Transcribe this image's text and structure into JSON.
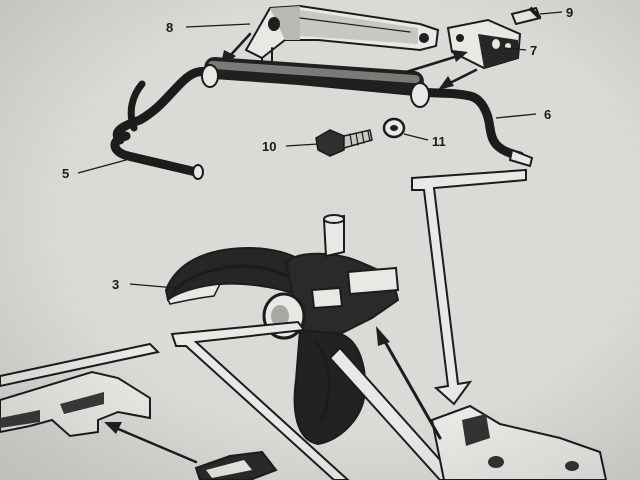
{
  "callouts": [
    {
      "id": "c3",
      "text": "3"
    },
    {
      "id": "c5",
      "text": "5"
    },
    {
      "id": "c6",
      "text": "6"
    },
    {
      "id": "c7",
      "text": "7"
    },
    {
      "id": "c8",
      "text": "8"
    },
    {
      "id": "c9",
      "text": "9"
    },
    {
      "id": "c10",
      "text": "10"
    },
    {
      "id": "c11",
      "text": "11"
    }
  ]
}
